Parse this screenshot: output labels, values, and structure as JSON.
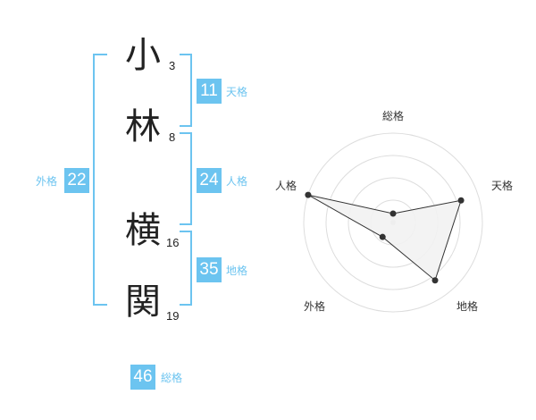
{
  "name_chars": [
    {
      "char": "小",
      "strokes": "3"
    },
    {
      "char": "林",
      "strokes": "8"
    },
    {
      "char": "横",
      "strokes": "16"
    },
    {
      "char": "関",
      "strokes": "19"
    }
  ],
  "fortunes": {
    "tenkaku": {
      "value": "11",
      "label": "天格"
    },
    "jinkaku": {
      "value": "24",
      "label": "人格"
    },
    "chikaku": {
      "value": "35",
      "label": "地格"
    },
    "gaikaku": {
      "value": "22",
      "label": "外格"
    },
    "soukaku": {
      "value": "46",
      "label": "総格"
    }
  },
  "colors": {
    "accent": "#6cc4f0",
    "radar_fill": "#f2f2f2",
    "grid": "#dddddd",
    "line": "#333333"
  },
  "chart_data": {
    "type": "radar",
    "axes": [
      "総格",
      "天格",
      "地格",
      "外格",
      "人格"
    ],
    "values": [
      0.1,
      0.8,
      0.8,
      0.2,
      1.0
    ],
    "scale": [
      0,
      1
    ]
  }
}
